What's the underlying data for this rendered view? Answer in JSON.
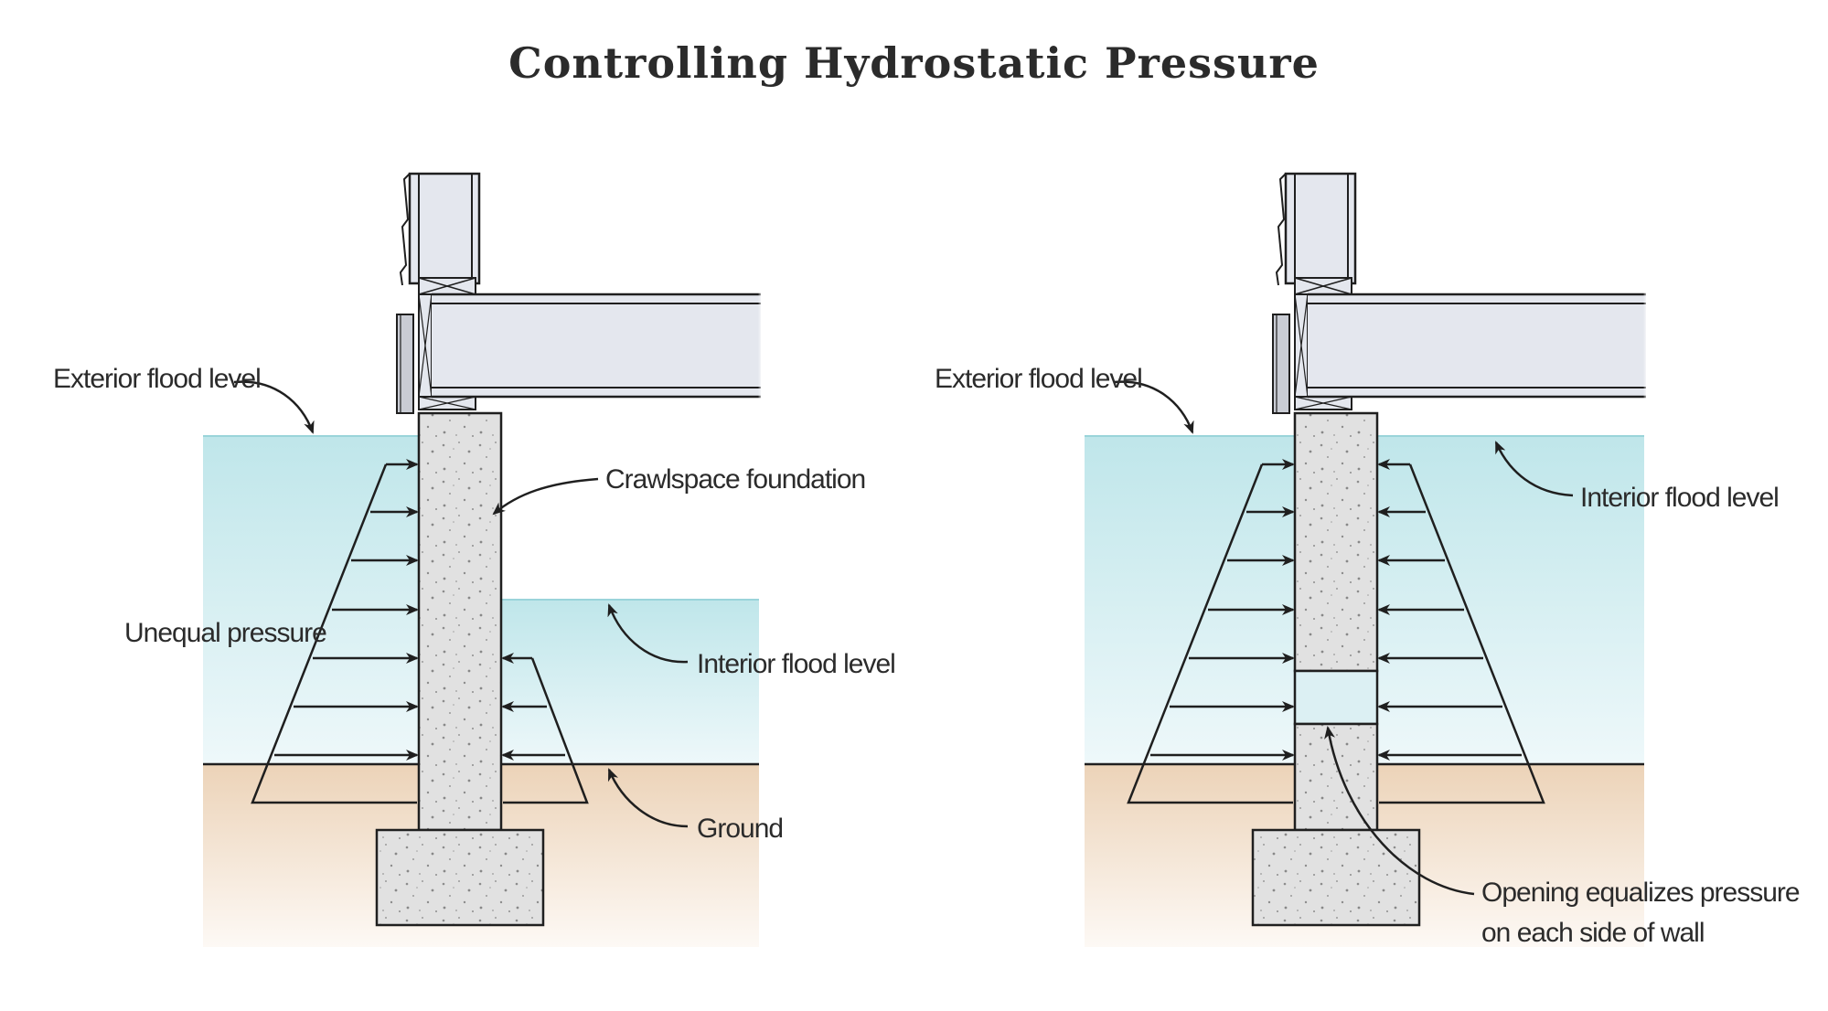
{
  "title": "Controlling Hydrostatic Pressure",
  "colors": {
    "water_top": "#bfe6ea",
    "water_bottom": "#eef8fa",
    "ground_top": "#ecd3b8",
    "ground_bottom": "#fbf5ef",
    "concrete": "#e1e1e1",
    "framing": "#e4e7ee",
    "line": "#1f1f1f"
  },
  "left_panel": {
    "labels": {
      "exterior_flood_level": "Exterior flood level",
      "crawlspace_foundation": "Crawlspace foundation",
      "unequal_pressure": "Unequal pressure",
      "interior_flood_level": "Interior flood level",
      "ground": "Ground"
    }
  },
  "right_panel": {
    "labels": {
      "exterior_flood_level": "Exterior flood level",
      "interior_flood_level": "Interior flood level",
      "opening_line1": "Opening equalizes pressure",
      "opening_line2": "on each side of wall"
    }
  }
}
